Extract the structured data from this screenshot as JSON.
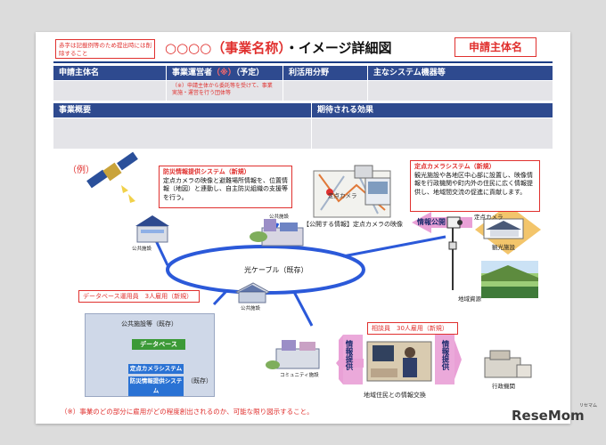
{
  "slide": {
    "top_note": "赤字は記載例等のため提出時には削除すること",
    "title_placeholder": "○○○○（事業名称）",
    "title_rest": "・イメージ詳細図",
    "applicant_box": "申請主体名",
    "colors": {
      "header_blue": "#2e4a8f",
      "accent_red": "#e0302e",
      "cable_blue": "#2b59d9",
      "arrow_pink": "#e9a0d6",
      "arrow_orange": "#f3c56b"
    }
  },
  "table": {
    "headers": [
      "申請主体名",
      "事業運営者",
      "（※）",
      "（予定）",
      "利活用分野",
      "主なシステム機器等"
    ],
    "operator_note": "（※）申請主体から委託等を受けて、事業実施・運営を行う団体等",
    "headers2": [
      "事業概要",
      "期待される効果"
    ]
  },
  "diagram": {
    "example_label": "（例）",
    "disaster_callout_title": "防災情報提供システム（新規）",
    "disaster_callout_body": "定点カメラの映像と避難場所情報を、位置情報（地図）と連動し、自主防災組織の支援等を行う。",
    "fixed_camera_callout_title": "定点カメラシステム（新規）",
    "fixed_camera_callout_body": "観光施設や各地区中心部に設置し、映像情報を行政機関や町内外の住民に広く情報提供し、地域間交流の促進に貢献します。",
    "public_info_caption": "【公開する情報】定点カメラの映像",
    "map_label": "定点カメラ",
    "info_public_arrow": "情報公開",
    "fixed_camera_label": "定点カメラ",
    "tourism_label": "観光施設",
    "regional_resource_label": "地域資源",
    "public_facility_label_1": "公共施設",
    "public_facility_label_2": "公共施設",
    "public_facility_label_3": "公共施設",
    "optical_cable_label": "光ケーブル（既存）",
    "database_operator_callout": "データベース運用員　3人雇用（新規）",
    "public_facility_existing": "公共施設等（既存）",
    "database_label": "データベース",
    "fixed_camera_system_label": "定点カメラシステム",
    "disaster_system_label": "防災情報提供システム",
    "existing_suffix": "（既存）",
    "consultant_callout": "相談員　30人雇用（新規）",
    "info_provide_left": "情報提供",
    "info_provide_right": "情報提供",
    "community_label": "コミュニティ施設",
    "info_exchange_label": "地域住民との情報交換",
    "admin_label": "行政機関",
    "footer_note": "（※）事業のどの部分に雇用がどの程度創出されるのか、可能な限り図示すること。",
    "logo_text": "ReseMom",
    "logo_sub": "リセマム"
  }
}
